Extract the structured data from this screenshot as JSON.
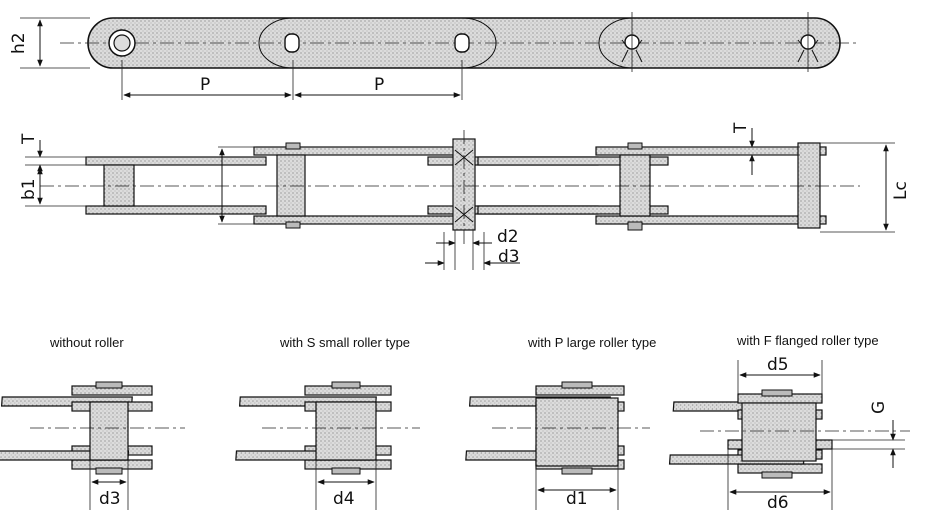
{
  "dimensions": {
    "h2": "h2",
    "p1": "P",
    "p2": "P",
    "t_left": "T",
    "t_right": "T",
    "b1": "b1",
    "lc": "Lc",
    "d2": "d2",
    "d3_top": "d3"
  },
  "variants": [
    {
      "caption": "without roller",
      "dim": "d3"
    },
    {
      "caption": "with S small  roller type",
      "dim": "d4"
    },
    {
      "caption": "with P large roller type",
      "dim": "d1"
    },
    {
      "caption": "with F flanged roller type",
      "dim_top": "d5",
      "dim_bottom": "d6",
      "dim_side": "G"
    }
  ]
}
